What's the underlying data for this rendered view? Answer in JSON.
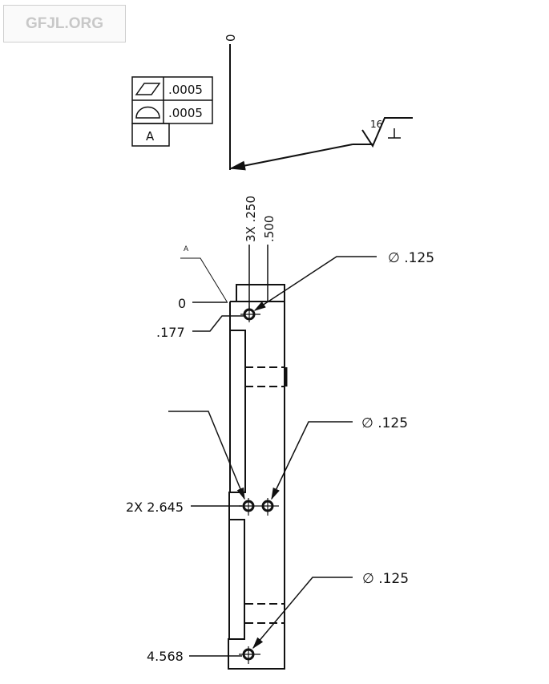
{
  "watermark": "GFJL.ORG",
  "datum_zero_top": "0",
  "feature_control": {
    "rows": [
      {
        "symbol": "flatness-icon",
        "value": ".0005"
      },
      {
        "symbol": "profile-of-surface-icon",
        "value": ".0005"
      }
    ],
    "datum": "A"
  },
  "surface_finish": {
    "value": "16",
    "lay": "⊥"
  },
  "datum_label": "A",
  "dimensions": {
    "horizontal_1": "3X .250",
    "horizontal_2": ".500",
    "vertical_0": "0",
    "vertical_1": ".177",
    "vertical_2": "2X 2.645",
    "vertical_3": "4.568"
  },
  "hole_callouts": [
    "∅ .125",
    "∅ .125",
    "∅ .125"
  ]
}
